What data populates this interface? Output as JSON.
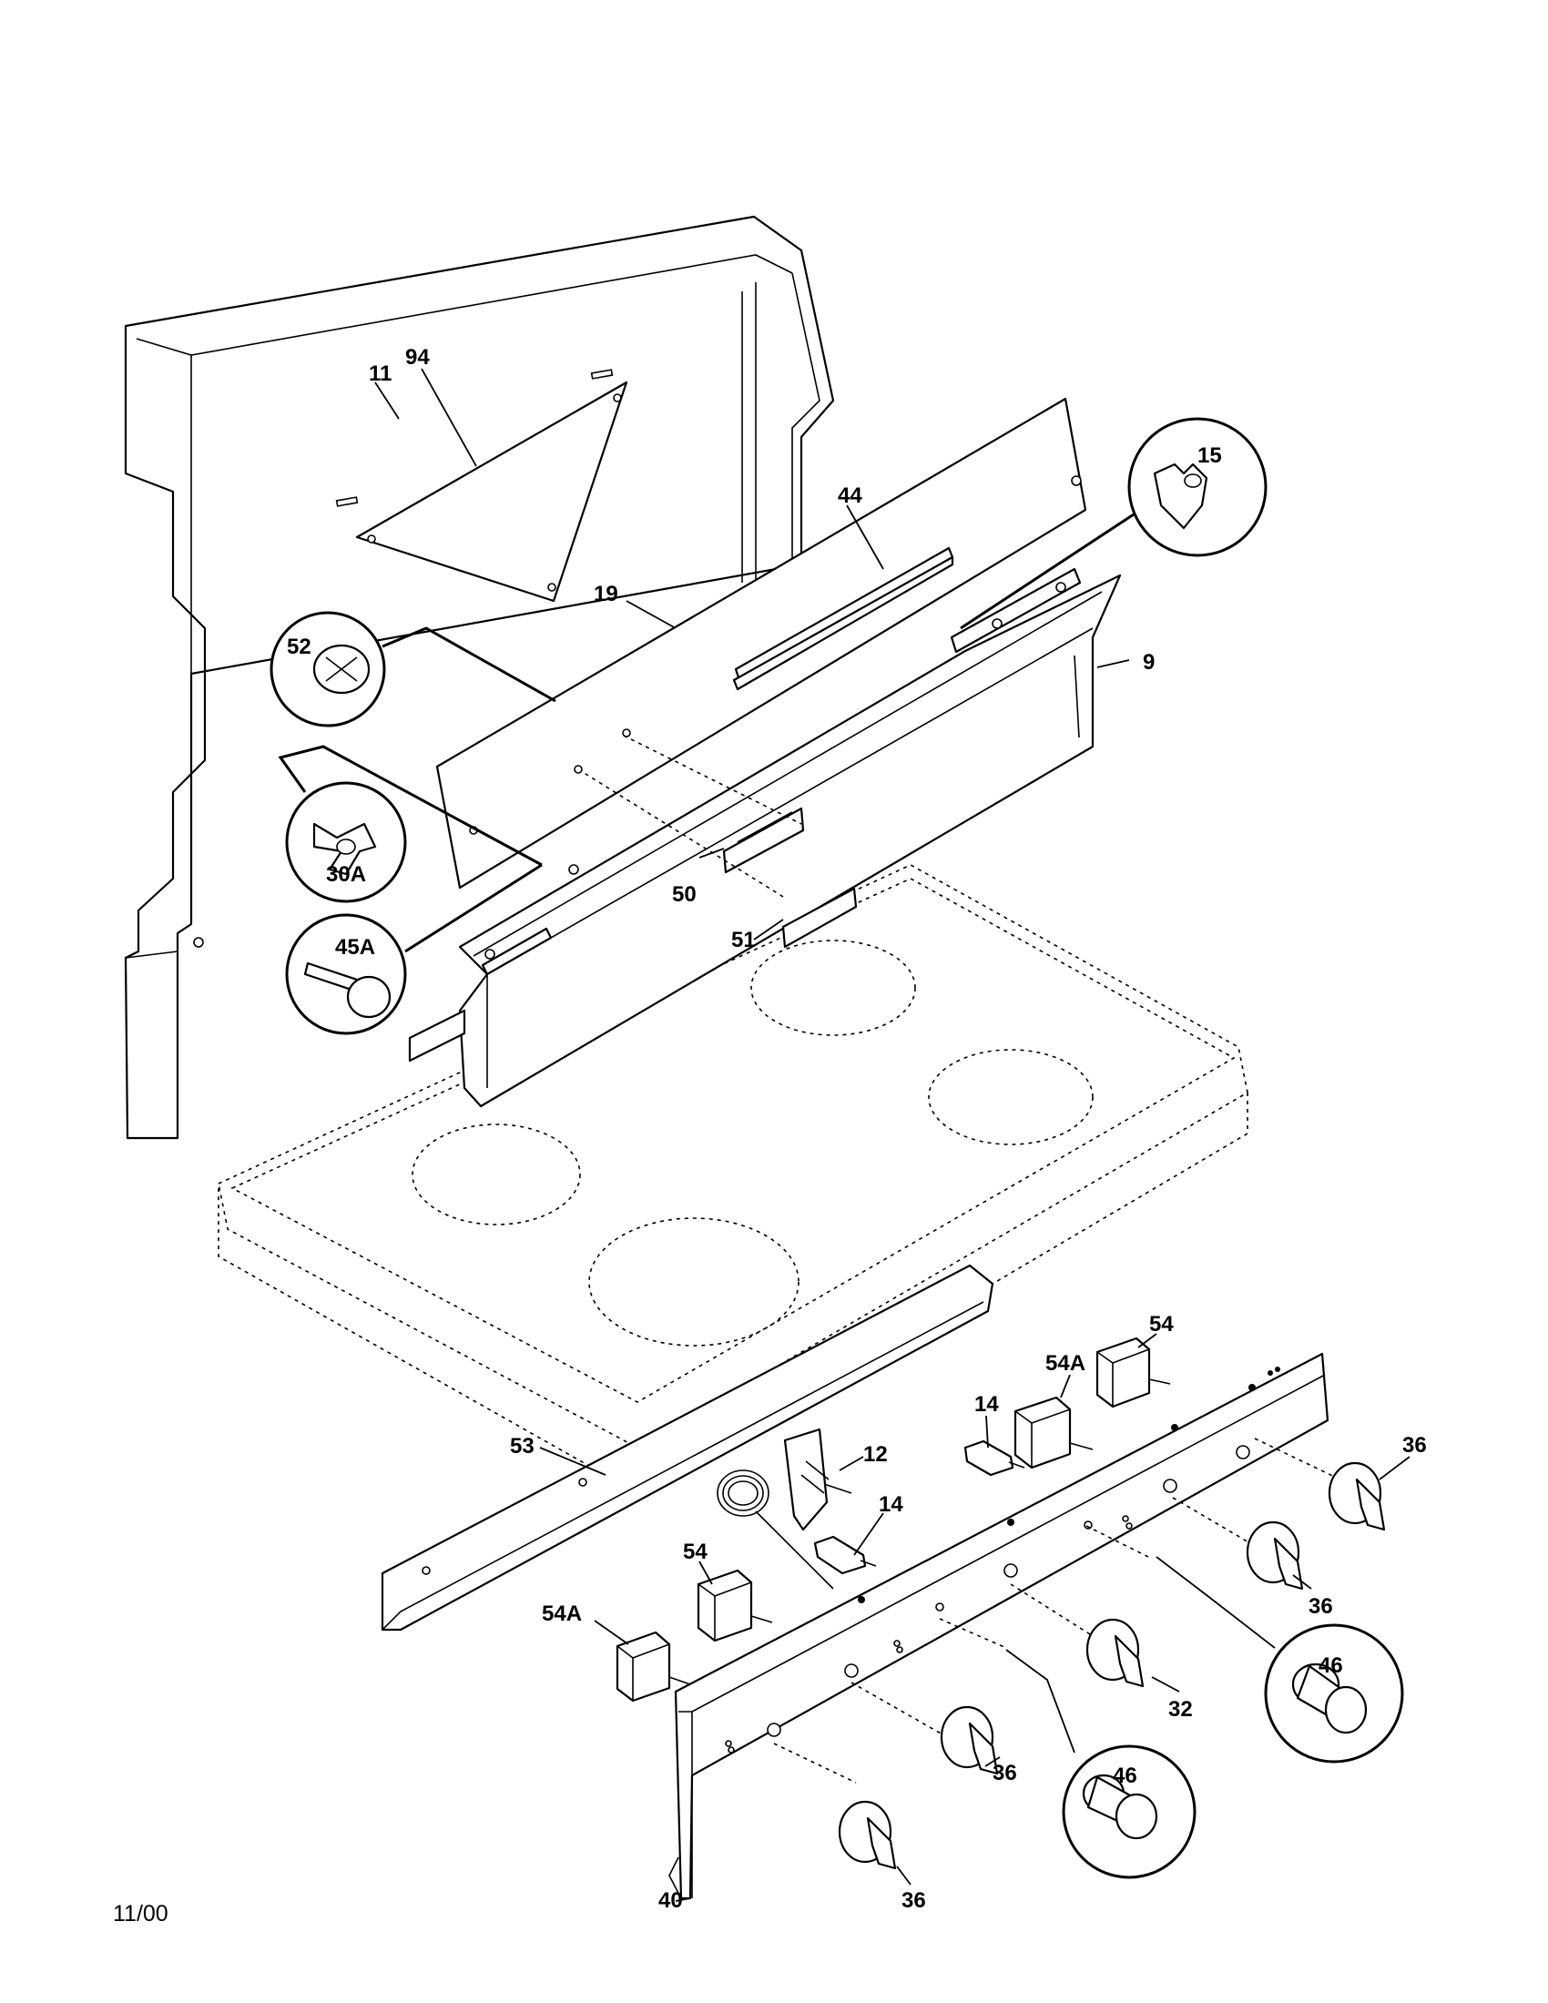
{
  "callouts": {
    "c9": "9",
    "c11": "11",
    "c12": "12",
    "c14a": "14",
    "c14b": "14",
    "c15": "15",
    "c19": "19",
    "c30A": "30A",
    "c32": "32",
    "c36a": "36",
    "c36b": "36",
    "c36c": "36",
    "c36d": "36",
    "c40": "40",
    "c44": "44",
    "c45A": "45A",
    "c46a": "46",
    "c46b": "46",
    "c50": "50",
    "c51": "51",
    "c52": "52",
    "c53": "53",
    "c54a": "54",
    "c54b": "54",
    "c54Aa": "54A",
    "c54Ab": "54A",
    "c94": "94"
  },
  "footer": {
    "date": "11/00"
  }
}
